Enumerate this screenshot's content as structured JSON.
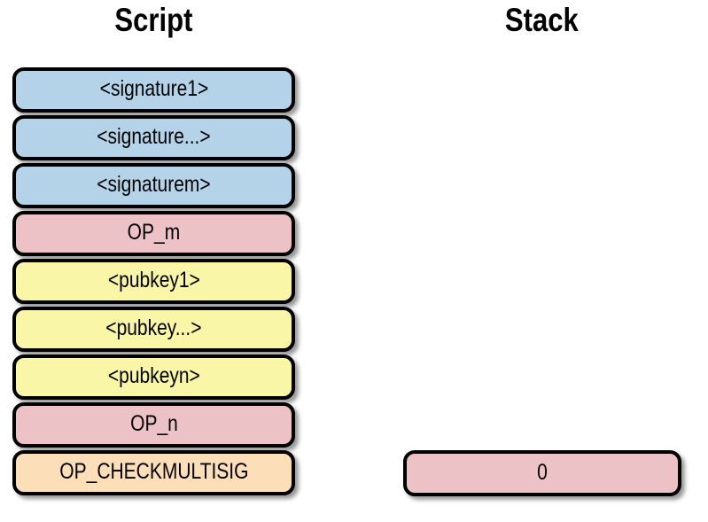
{
  "columns": {
    "script": {
      "title": "Script",
      "boxes": [
        {
          "label": "<signature1>",
          "kind": "signature"
        },
        {
          "label": "<signature...>",
          "kind": "signature"
        },
        {
          "label": "<signaturem>",
          "kind": "signature"
        },
        {
          "label": "OP_m",
          "kind": "opcode"
        },
        {
          "label": "<pubkey1>",
          "kind": "pubkey"
        },
        {
          "label": "<pubkey...>",
          "kind": "pubkey"
        },
        {
          "label": "<pubkeyn>",
          "kind": "pubkey"
        },
        {
          "label": "OP_n",
          "kind": "opcode"
        },
        {
          "label": "OP_CHECKMULTISIG",
          "kind": "opcode_crypto"
        }
      ]
    },
    "stack": {
      "title": "Stack",
      "boxes": [
        {
          "label": "0",
          "kind": "opcode"
        }
      ]
    }
  },
  "colors": {
    "signature": "#b5d3e8",
    "opcode": "#ecc2c6",
    "pubkey": "#f9f6a8",
    "opcode_crypto": "#fcdfb8",
    "border": "#000000",
    "text": "#000000",
    "background": "#ffffff"
  }
}
